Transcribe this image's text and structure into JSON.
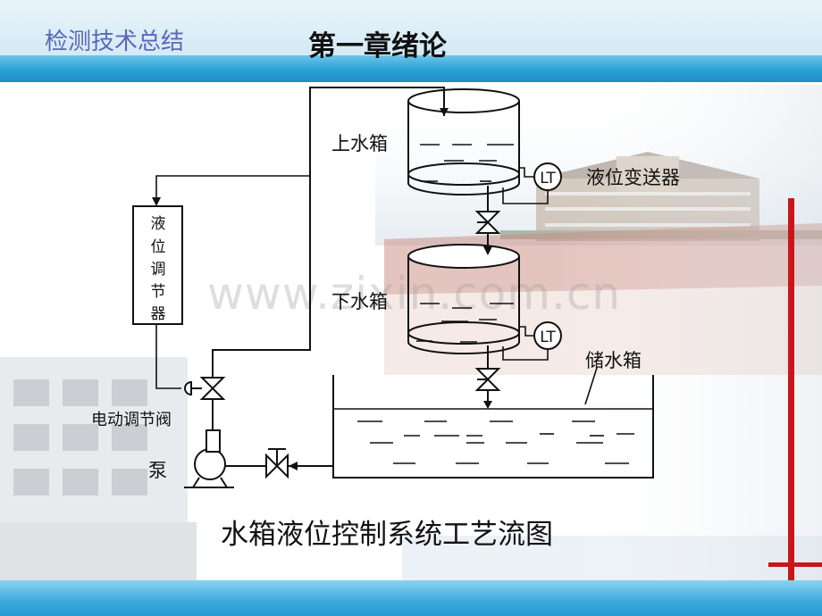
{
  "header": {
    "course_title": "检测技术总结",
    "chapter_title": "第一章绪论"
  },
  "watermark": "www.zixin.com.cn",
  "diagram": {
    "upper_tank_label": "上水箱",
    "lower_tank_label": "下水箱",
    "storage_tank_label": "储水箱",
    "level_transmitter_label": "液位变送器",
    "transmitter_tag_upper": "LT",
    "transmitter_tag_lower": "LT",
    "controller_label": [
      "液",
      "位",
      "调",
      "节",
      "器"
    ],
    "control_valve_label": "电动调节阀",
    "pump_label": "泵",
    "caption": "水箱液位控制系统工艺流图"
  },
  "colors": {
    "header_text": "#5a68b8",
    "blue_bar": "#2a9fd4",
    "accent_red": "#c9161c"
  }
}
